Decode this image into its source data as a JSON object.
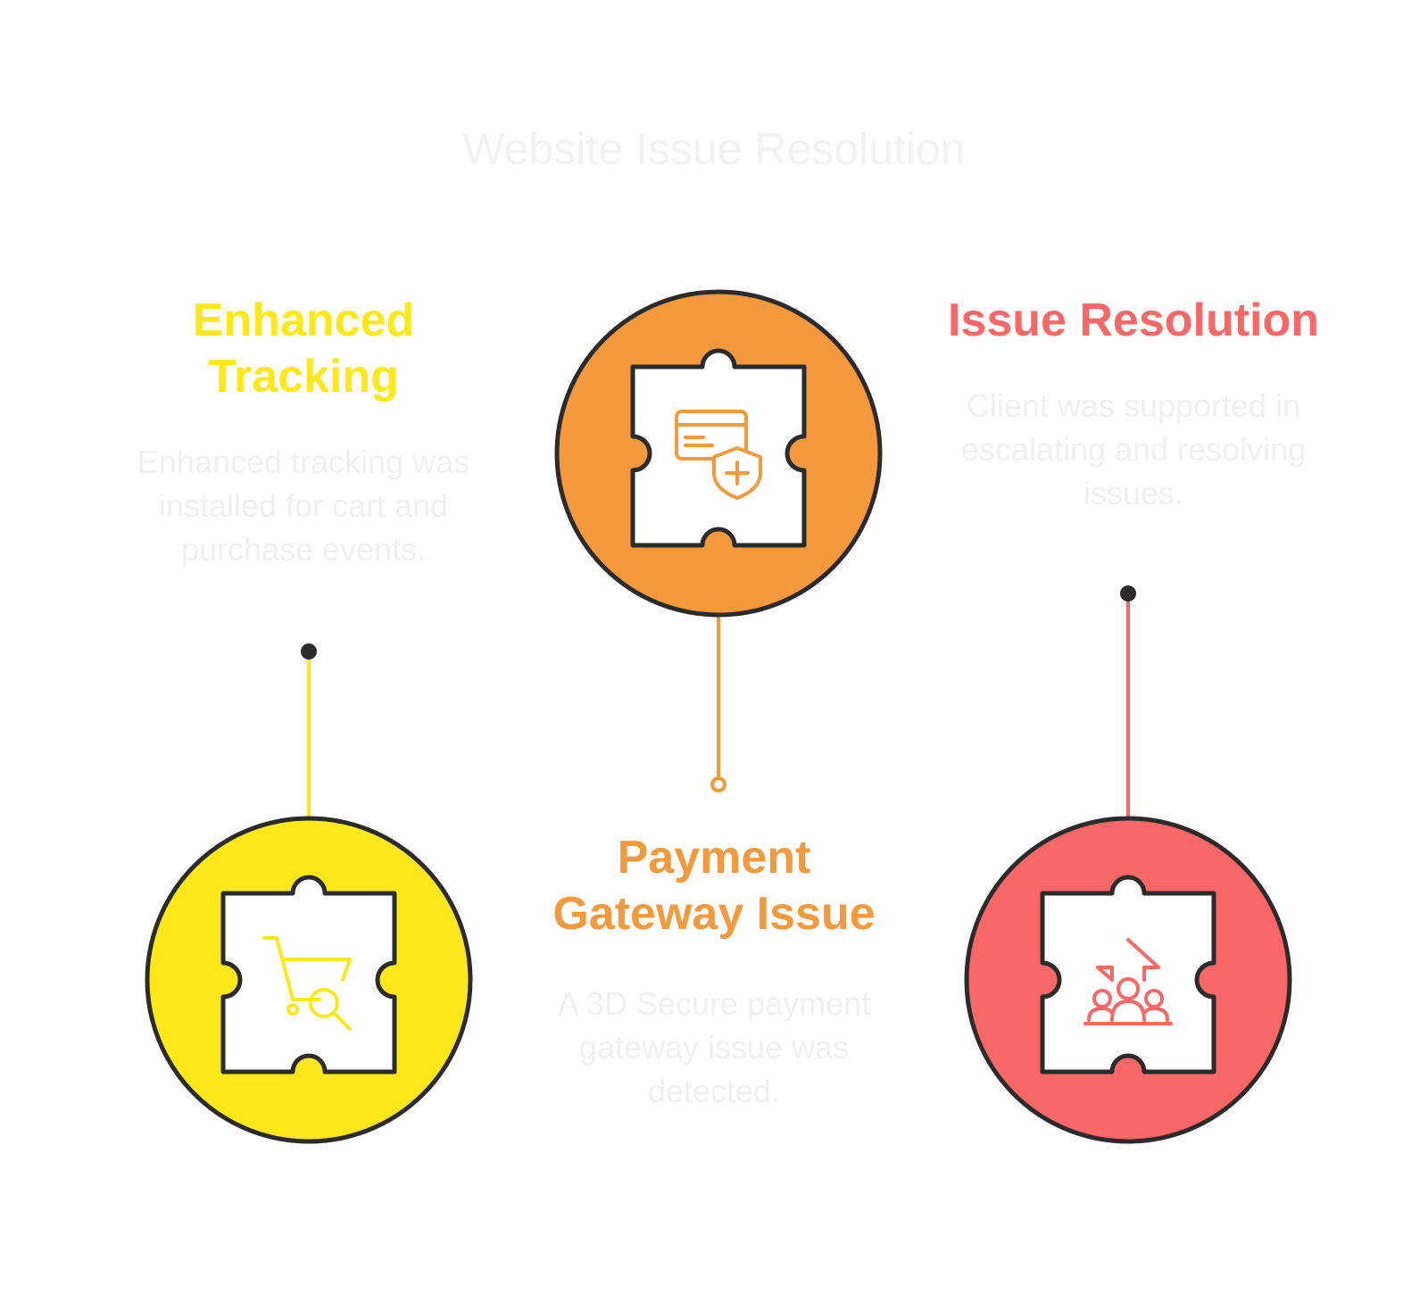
{
  "title": "Website Issue Resolution",
  "colors": {
    "yellow": "#ffe81a",
    "orange": "#f5993d",
    "red": "#f96866",
    "outline": "#2b2b2b"
  },
  "items": [
    {
      "heading_lines": [
        "Enhanced",
        "Tracking"
      ],
      "description": "Enhanced tracking was installed for cart and purchase events.",
      "icon": "shopping-cart-search-icon",
      "color": "#ffe81a"
    },
    {
      "heading_lines": [
        "Payment",
        "Gateway Issue"
      ],
      "description": "A 3D Secure payment gateway issue was detected.",
      "icon": "credit-card-shield-icon",
      "color": "#f5993d"
    },
    {
      "heading_lines": [
        "Issue Resolution"
      ],
      "description": "Client was supported in escalating and resolving issues.",
      "icon": "team-escalation-icon",
      "color": "#f96866"
    }
  ]
}
